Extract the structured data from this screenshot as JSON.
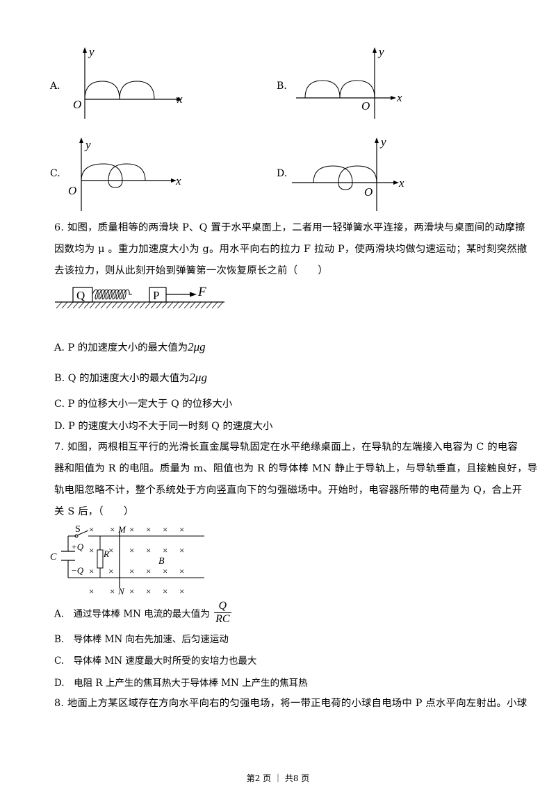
{
  "q5_options": {
    "a": "A.",
    "b": "B.",
    "c": "C.",
    "d": "D.",
    "axis_y": "y",
    "axis_x": "x",
    "origin": "O"
  },
  "q6": {
    "lines": [
      "6. 如图，质量相等的两滑块 P、Q 置于水平桌面上，二者用一轻弹簧水平连接，两滑块与桌面间的动摩擦",
      "因数均为 μ 。重力加速度大小为 g。用水平向右的拉力 F 拉动 P，使两滑块均做匀速运动；某时刻突然撤",
      "去该拉力，则从此刻开始到弹簧第一次恢复原长之前（　　）"
    ],
    "figure": {
      "block_q": "Q",
      "block_p": "P",
      "force": "F"
    },
    "options": {
      "a_text": "A. P 的加速度大小的最大值为",
      "a_math": "2μg",
      "b_text": "B. Q 的加速度大小的最大值为",
      "b_math": "2μg",
      "c": "C. P 的位移大小一定大于 Q 的位移大小",
      "d": "D. P 的速度大小均不大于同一时刻 Q 的速度大小"
    }
  },
  "q7": {
    "lines": [
      "7. 如图，两根相互平行的光滑长直金属导轨固定在水平绝缘桌面上，在导轨的左端接入电容为 C 的电容",
      "器和阻值为 R 的电阻。质量为 m、阻值也为 R 的导体棒 MN 静止于导轨上，与导轨垂直，且接触良好，导",
      "轨电阻忽略不计，整个系统处于方向竖直向下的匀强磁场中。开始时，电容器所带的电荷量为 Q，合上开",
      "关 S 后，（　　）"
    ],
    "figure": {
      "switch": "S",
      "plus_q": "+Q",
      "minus_q": "−Q",
      "capacitor": "C",
      "resistor": "R",
      "rod_top": "M",
      "rod_bottom": "N",
      "field": "B",
      "cross": "×"
    },
    "options": {
      "a_text": "A.　通过导体棒 MN 电流的最大值为",
      "a_num": "Q",
      "a_den": "RC",
      "b": "B.　导体棒 MN 向右先加速、后匀速运动",
      "c": "C.　导体棒 MN 速度最大时所受的安培力也最大",
      "d": "D.　电阻 R 上产生的焦耳热大于导体棒 MN 上产生的焦耳热"
    }
  },
  "q8": {
    "line": "8. 地面上方某区域存在方向水平向右的匀强电场，将一带正电荷的小球自电场中 P 点水平向左射出。小球"
  },
  "footer": "第2 页 ｜ 共8 页"
}
